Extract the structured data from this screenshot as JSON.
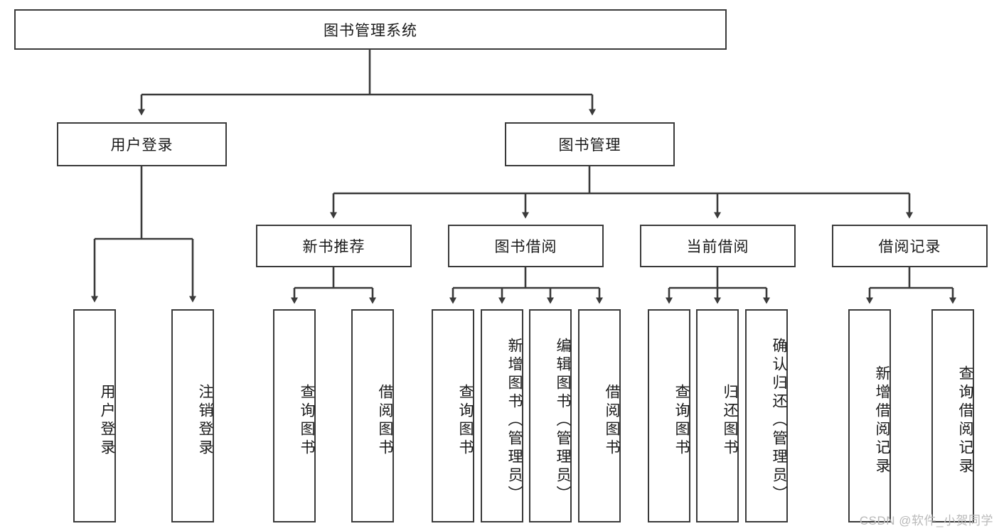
{
  "diagram": {
    "title": "图书管理系统",
    "type": "hierarchy-tree",
    "root": {
      "label": "图书管理系统"
    },
    "level1": [
      {
        "label": "用户登录"
      },
      {
        "label": "图书管理"
      }
    ],
    "level2": [
      {
        "label": "新书推荐",
        "parent": "图书管理"
      },
      {
        "label": "图书借阅",
        "parent": "图书管理"
      },
      {
        "label": "当前借阅",
        "parent": "图书管理"
      },
      {
        "label": "借阅记录",
        "parent": "图书管理"
      }
    ],
    "leaves": [
      {
        "label": "用户登录",
        "parent": "用户登录"
      },
      {
        "label": "注销登录",
        "parent": "用户登录"
      },
      {
        "label": "查询图书",
        "parent": "新书推荐"
      },
      {
        "label": "借阅图书",
        "parent": "新书推荐"
      },
      {
        "label": "查询图书",
        "parent": "图书借阅"
      },
      {
        "label": "新增图书（管理员）",
        "parent": "图书借阅"
      },
      {
        "label": "编辑图书（管理员）",
        "parent": "图书借阅"
      },
      {
        "label": "借阅图书",
        "parent": "图书借阅"
      },
      {
        "label": "查询图书",
        "parent": "当前借阅"
      },
      {
        "label": "归还图书",
        "parent": "当前借阅"
      },
      {
        "label": "确认归还（管理员）",
        "parent": "当前借阅"
      },
      {
        "label": "新增借阅记录",
        "parent": "借阅记录"
      },
      {
        "label": "查询借阅记录",
        "parent": "借阅记录"
      }
    ],
    "colors": {
      "stroke": "#3a3a3a",
      "background": "#ffffff",
      "text": "#1a1a1a",
      "watermark": "#b9b9b9"
    }
  },
  "watermark": {
    "text": "CSDN @软件_小贺同学"
  }
}
